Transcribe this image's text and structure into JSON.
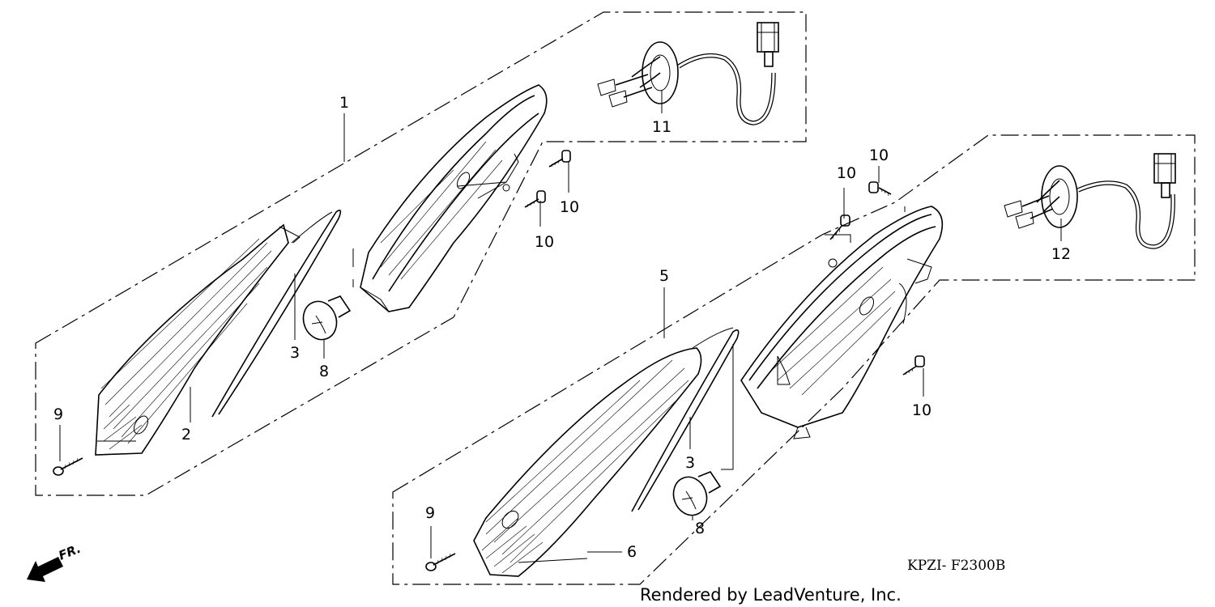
{
  "callouts": {
    "c1": "1",
    "c2": "2",
    "c3a": "3",
    "c3b": "3",
    "c5": "5",
    "c6": "6",
    "c8a": "8",
    "c8b": "8",
    "c9a": "9",
    "c9b": "9",
    "c10a": "10",
    "c10b": "10",
    "c10c": "10",
    "c10d": "10",
    "c10e": "10",
    "c11": "11",
    "c12": "12"
  },
  "direction_label": "FR.",
  "diagram_code": "KPZI- F2300B",
  "credit": "Rendered by LeadVenture, Inc."
}
